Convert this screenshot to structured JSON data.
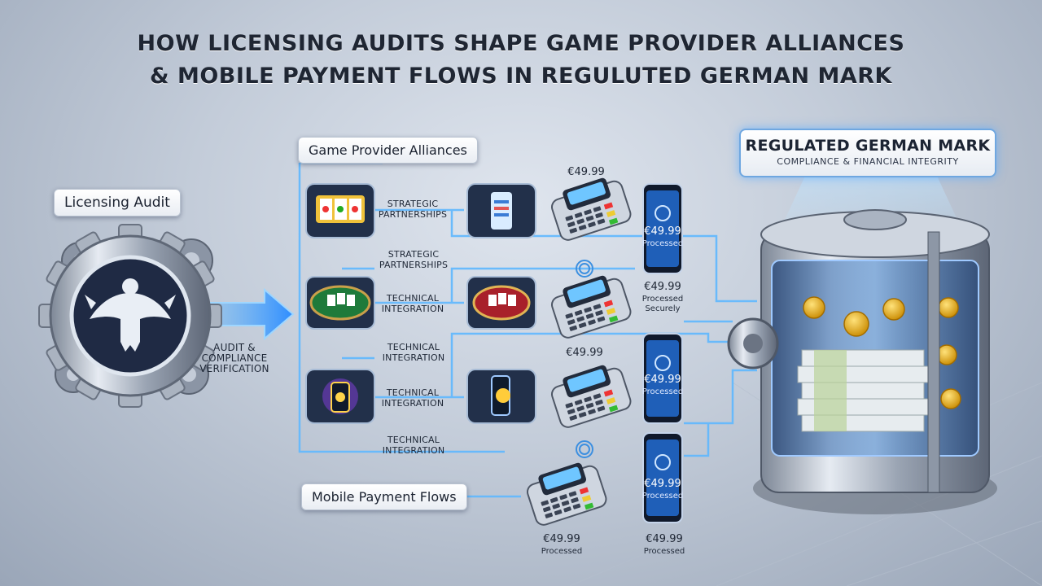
{
  "title": {
    "line1": "HOW LICENSING AUDITS SHAPE GAME PROVIDER ALLIANCES",
    "line2": "& MOBILE PAYMENT FLOWS IN REGULUTED GERMAN MARK"
  },
  "labels": {
    "licensing_audit": "Licensing Audit",
    "game_provider_alliances": "Game Provider Alliances",
    "mobile_payment_flows": "Mobile Payment Flows",
    "audit_caption_1": "AUDIT &",
    "audit_caption_2": "COMPLIANCE",
    "audit_caption_3": "VERIFICATION"
  },
  "regulated": {
    "title": "REGULATED GERMAN MARK",
    "subtitle": "COMPLIANCE & FINANCIAL INTEGRITY"
  },
  "connections": {
    "strategic_1a": "STRATEGIC",
    "strategic_1b": "PARTNERSHIPS",
    "strategic_2a": "STRATEGIC",
    "strategic_2b": "PARTNERSHIPS",
    "technical_1a": "TECHNICAL",
    "technical_1b": "INTEGRATION",
    "technical_2a": "TECHNICAL",
    "technical_2b": "INTEGRATION",
    "technical_3a": "TECHNICAL",
    "technical_3b": "INTEGRATION",
    "technical_4a": "TECHNICAL",
    "technical_4b": "INTEGRATION"
  },
  "amounts": {
    "top_terminal": "€49.99",
    "phone_1": "€49.99",
    "phone_1_sub": "Processed",
    "phone_2_price": "€49.99",
    "phone_2_sub1": "Processed",
    "phone_2_sub2": "Securely",
    "mid_terminal": "€49.99",
    "phone_3": "€49.99",
    "phone_3_sub": "Processed",
    "phone_4": "€49.99",
    "phone_4_sub": "Processed",
    "bottom_left_price": "€49.99",
    "bottom_left_sub": "Processed",
    "bottom_right_price": "€49.99",
    "bottom_right_sub": "Processed"
  },
  "colors": {
    "flow_line": "#5fb8ff",
    "title": "#1f2633",
    "coin": "#f2b600"
  }
}
